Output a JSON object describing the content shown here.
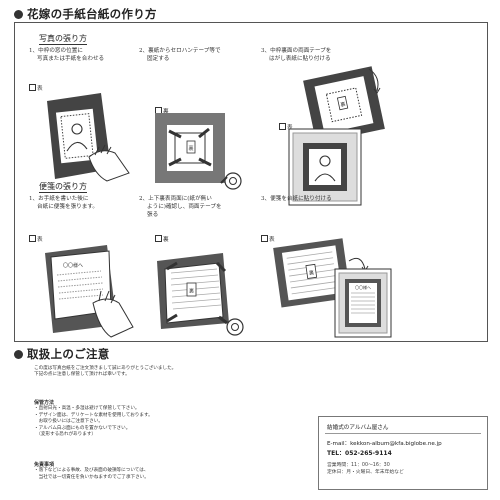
{
  "guide": {
    "title": "花嫁の手紙台紙の作り方",
    "photo": {
      "heading": "写真の張り方",
      "steps": [
        [
          "1、中枠の窓の位置に",
          "写真または手紙を合わせる"
        ],
        [
          "2、裏紙からセロハンテープ等で",
          "固定する"
        ],
        [
          "3、中枠裏面の両面テープを",
          "はがし表紙に貼り付ける"
        ]
      ],
      "faces": [
        "表",
        "裏",
        "表"
      ]
    },
    "stationery": {
      "heading": "便箋の張り方",
      "steps": [
        [
          "1、お手紙を書いた後に",
          "台紙に便箋を張ります。"
        ],
        [
          "2、上下裏表両面に(紙が無い",
          "ように)確認し、両面テープを",
          "張る"
        ],
        [
          "3、便箋を台紙に貼り付ける"
        ]
      ],
      "faces": [
        "表",
        "裏",
        "表"
      ],
      "paper_label": "〇〇様へ",
      "box_label": "裏"
    }
  },
  "notes": {
    "title": "取扱上のご注意",
    "intro": [
      "この度は写真台紙をご注文頂きまして誠にありがとうございました。",
      "下記の点に注意し保管して頂ければ幸いです。"
    ],
    "storage_heading": "保管方法",
    "storage_items": [
      "・直射日光・高温・多湿は避けて保管して下さい。",
      "・デザイン面は、デリケートな素材を使用しております。",
      "　お取り扱いにはご注意下さい。",
      "・アルバム白ぶ面にものを置かないで下さい。",
      "　（変形する恐れがあります）"
    ],
    "disclaimer_heading": "免責事項",
    "disclaimer_items": [
      "・落下などによる事故、及び表面の破損等については、",
      "　当社では一切責任を負いかねますのでご了承下さい。"
    ]
  },
  "shop": {
    "name": "結婚式のアルバム屋さん",
    "email": "E-mail：kekkon-album@kfa.biglobe.ne.jp",
    "tel": "TEL：052-265-9114",
    "hours": [
      "営業時間：11：00～16：30",
      "定休日：月・火曜日、年末年始など"
    ]
  }
}
